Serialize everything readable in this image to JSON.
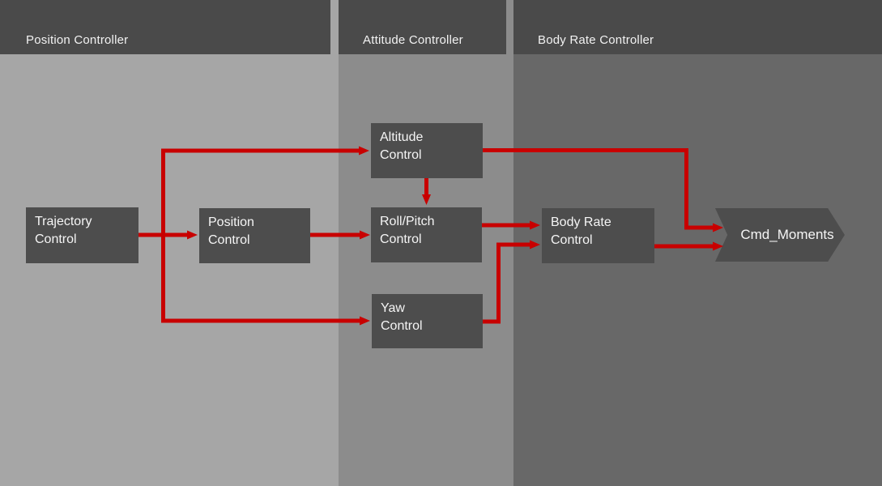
{
  "colors": {
    "connector_red": "#c80000",
    "panel_header_bg": "#4a4a4a",
    "node_bg": "#4d4d4d",
    "position_panel_bg": "#a6a6a6",
    "attitude_panel_bg": "#8c8c8c",
    "body_rate_panel_bg": "#686868",
    "label_text": "#f2f2f2"
  },
  "panels": {
    "position": {
      "label": "Position Controller"
    },
    "attitude": {
      "label": "Attitude Controller"
    },
    "body_rate": {
      "label": "Body Rate Controller"
    }
  },
  "nodes": {
    "trajectory": {
      "label": "Trajectory\nControl"
    },
    "position": {
      "label": "Position\nControl"
    },
    "altitude": {
      "label": "Altitude\nControl"
    },
    "roll_pitch": {
      "label": "Roll/Pitch\nControl"
    },
    "yaw": {
      "label": "Yaw\nControl"
    },
    "body_rate": {
      "label": "Body Rate\nControl"
    }
  },
  "output": {
    "label": "Cmd_Moments"
  }
}
